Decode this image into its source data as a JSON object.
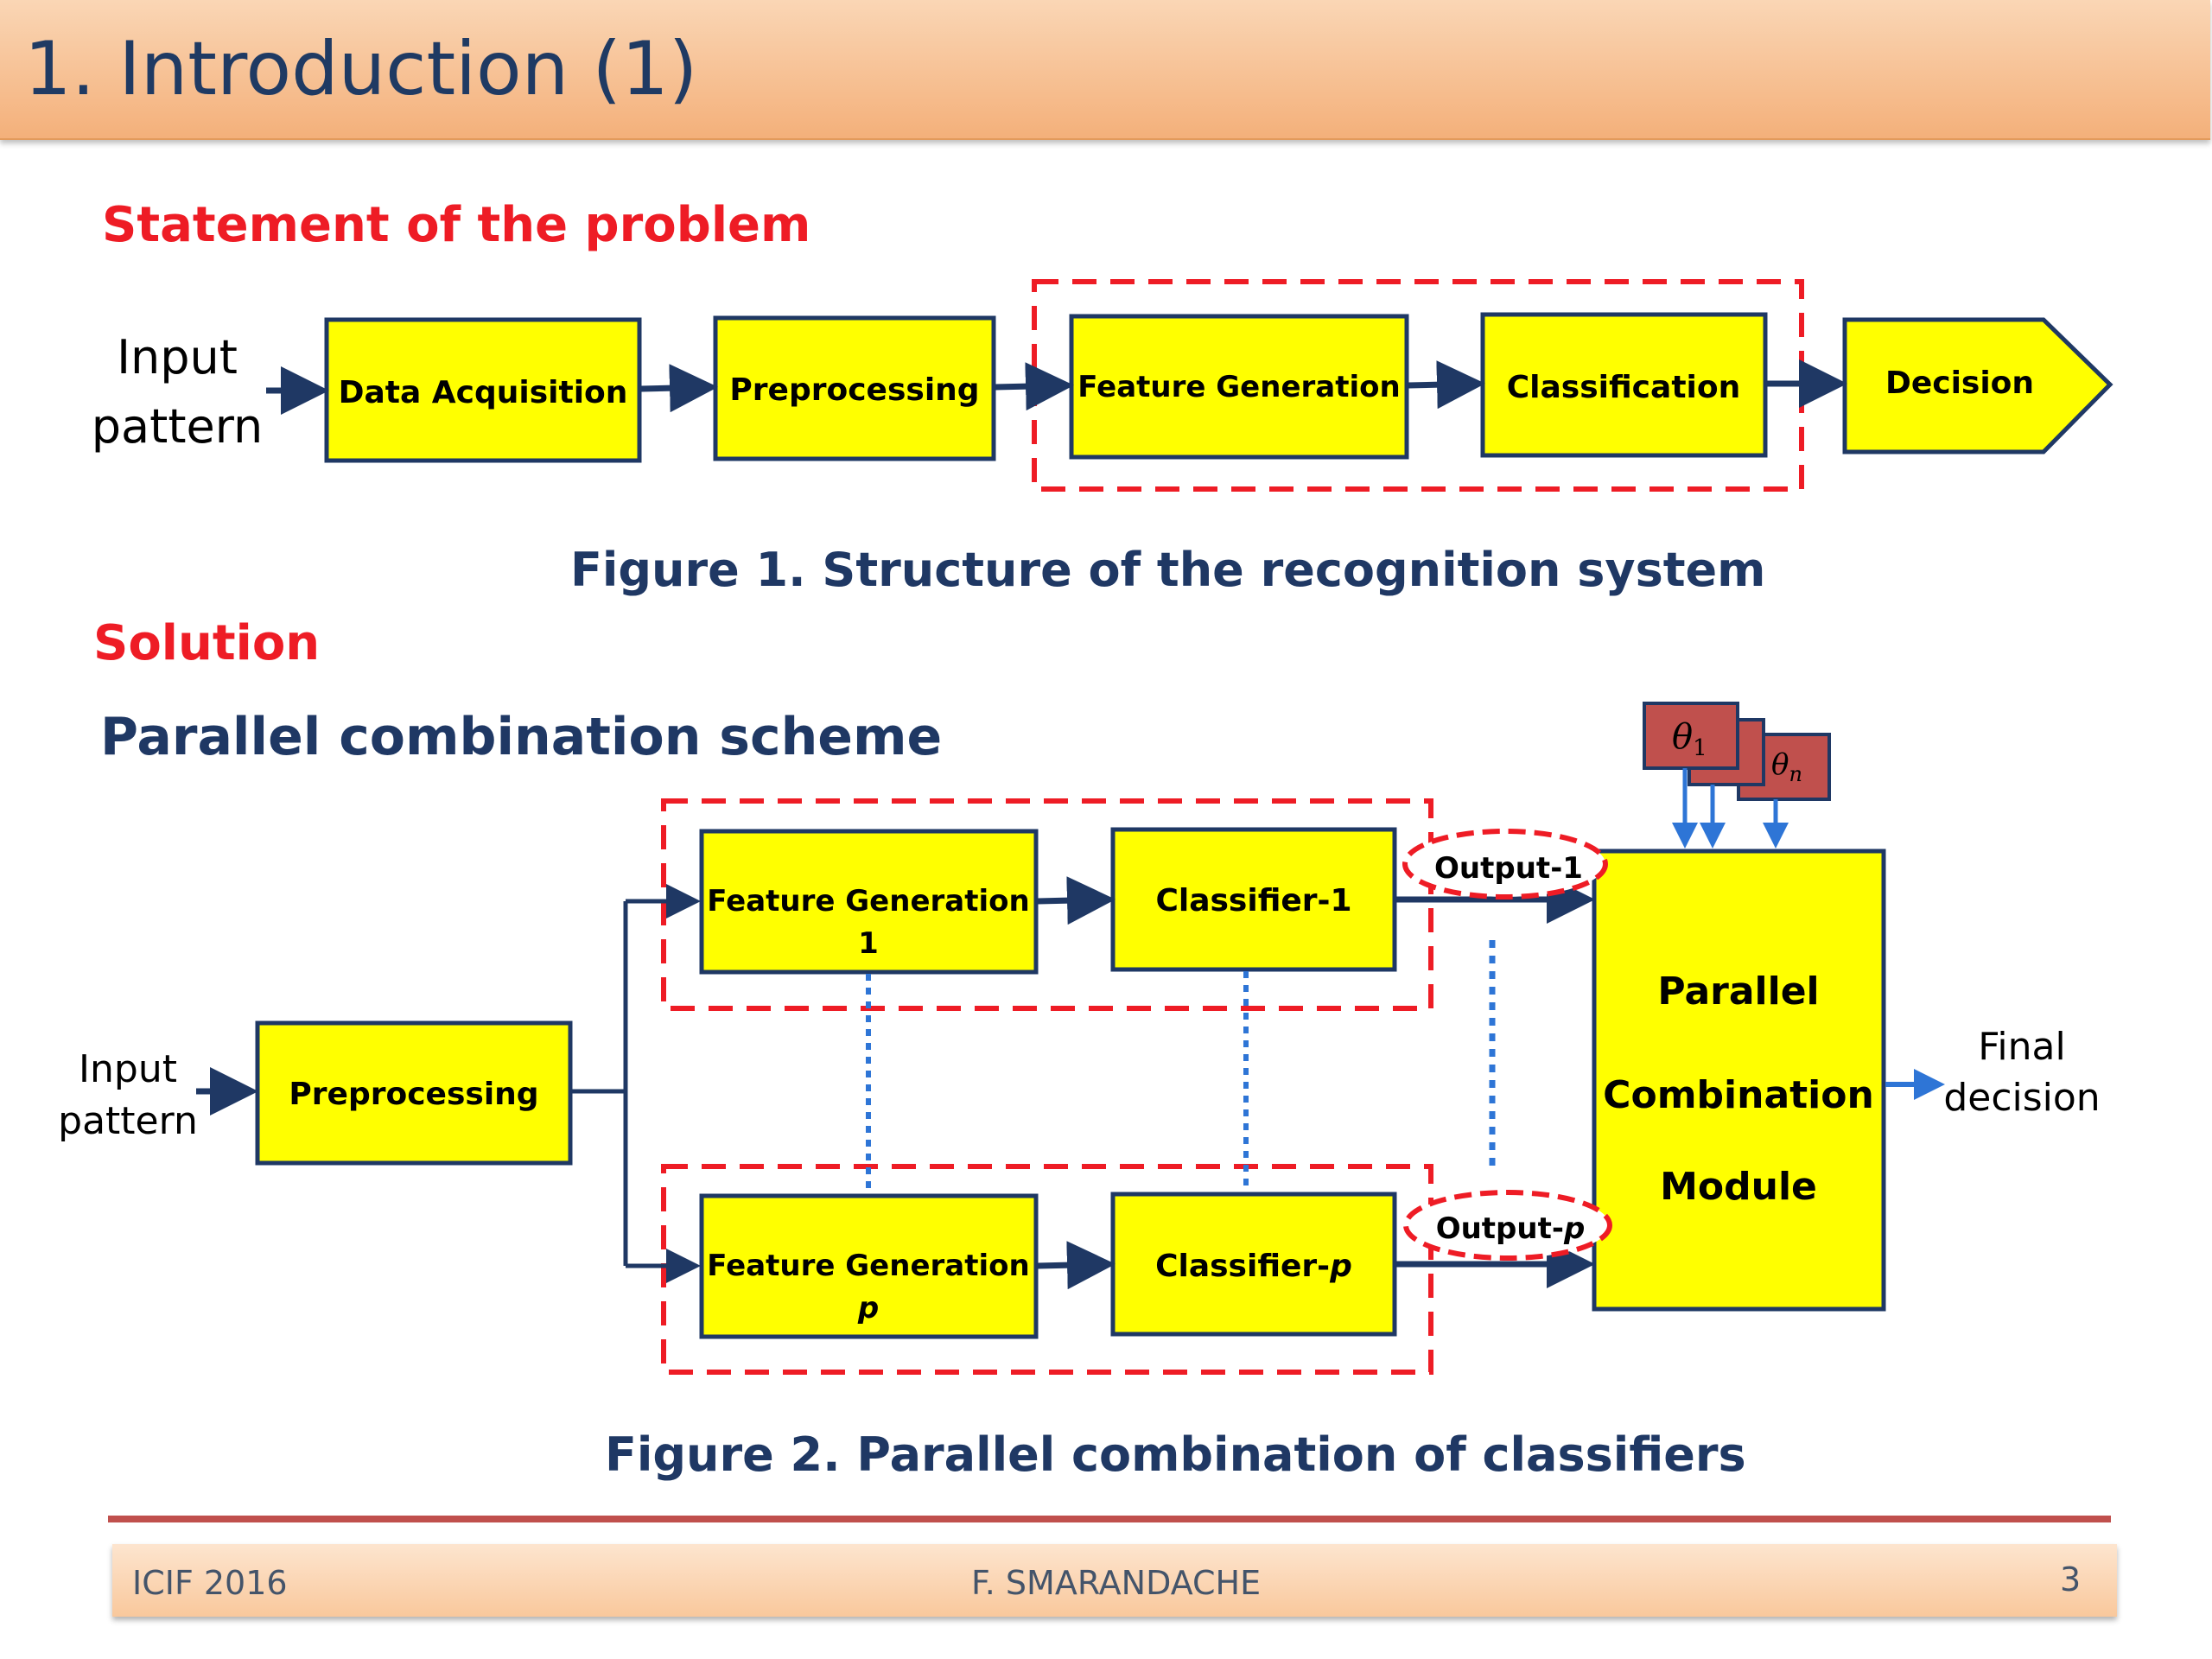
{
  "slide": {
    "title": "1. Introduction (1)",
    "problem_heading": "Statement of the problem",
    "solution_heading": "Solution",
    "scheme_heading": "Parallel combination scheme"
  },
  "figure1": {
    "input_line1": "Input",
    "input_line2": "pattern",
    "box_data_acquisition": "Data Acquisition",
    "box_preprocessing": "Preprocessing",
    "box_feature_generation": "Feature Generation",
    "box_classification": "Classification",
    "box_decision": "Decision",
    "caption": "Figure 1. Structure of the recognition system"
  },
  "figure2": {
    "input_line1": "Input",
    "input_line2": "pattern",
    "box_preprocessing": "Preprocessing",
    "fg1_line1": "Feature Generation",
    "fg1_line2": "1",
    "classifier1": "Classifier-1",
    "fgp_line1": "Feature Generation",
    "fgp_line2": "p",
    "classifierp_prefix": "Classifier-",
    "classifierp_suffix": "p",
    "output1": "Output-1",
    "outputp_prefix": "Output-",
    "outputp_suffix": "p",
    "theta1_symbol": "θ",
    "theta1_sub": "1",
    "thetan_symbol": "θ",
    "thetan_sub": "n",
    "pcm_line1": "Parallel",
    "pcm_line2": "Combination",
    "pcm_line3": "Module",
    "final_line1": "Final",
    "final_line2": "decision",
    "caption": "Figure 2. Parallel combination of classifiers"
  },
  "footer": {
    "left": "ICIF 2016",
    "center": "F. SMARANDACHE",
    "page_number": "3"
  },
  "colors": {
    "box_fill": "#ffff00",
    "box_border": "#1f3864",
    "arrow": "#1f3864",
    "dashed_red": "#ee1c25",
    "dotted_blue": "#2e75d6",
    "theta_fill": "#c0504d"
  }
}
